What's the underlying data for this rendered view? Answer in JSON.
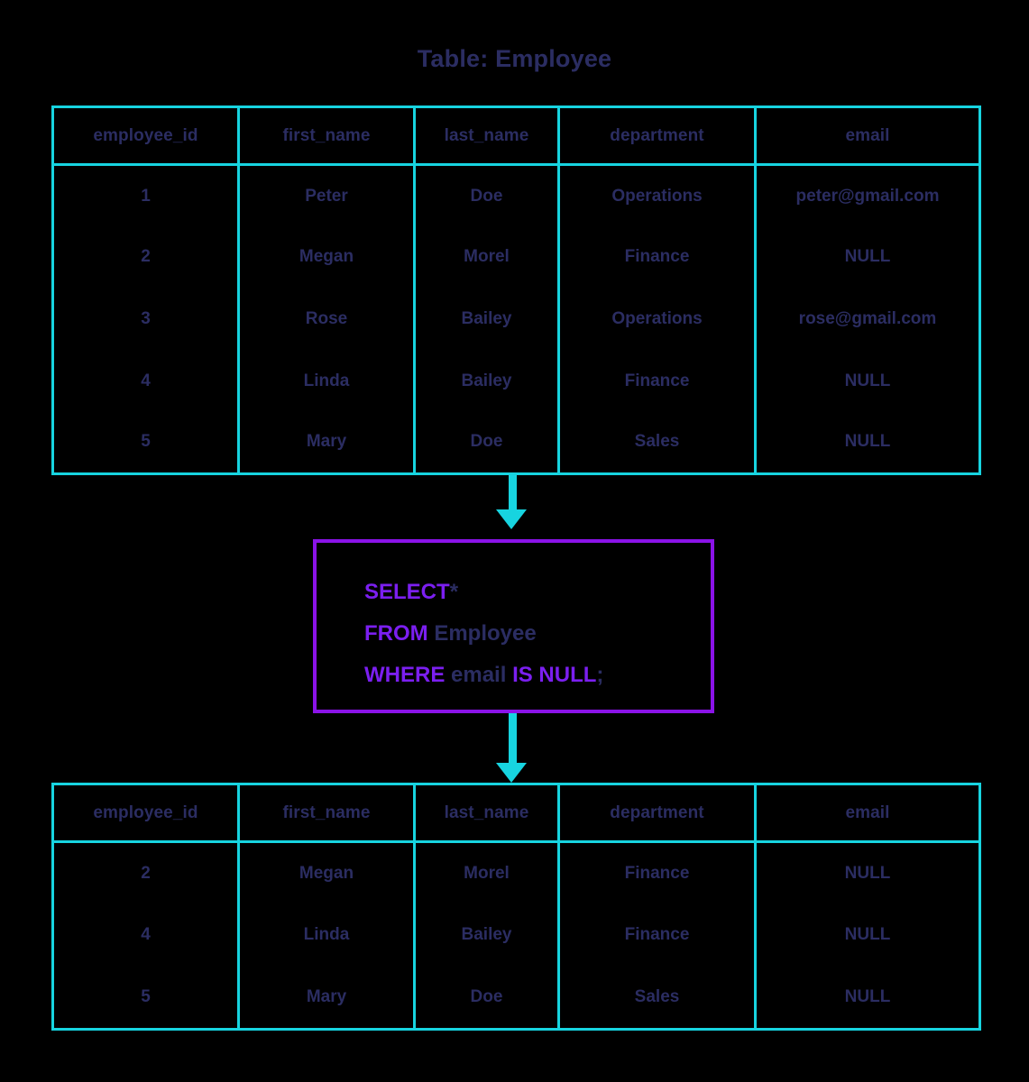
{
  "title": "Table: Employee",
  "colors": {
    "background": "#000000",
    "table_border": "#17d4e0",
    "text": "#2b2d62",
    "query_border": "#8b13e8",
    "keyword": "#7b1ff0",
    "arrow": "#17d4e0"
  },
  "source_table": {
    "name": "Employee",
    "columns": [
      "employee_id",
      "first_name",
      "last_name",
      "department",
      "email"
    ],
    "rows": [
      [
        "1",
        "Peter",
        "Doe",
        "Operations",
        "peter@gmail.com"
      ],
      [
        "2",
        "Megan",
        "Morel",
        "Finance",
        "NULL"
      ],
      [
        "3",
        "Rose",
        "Bailey",
        "Operations",
        "rose@gmail.com"
      ],
      [
        "4",
        "Linda",
        "Bailey",
        "Finance",
        "NULL"
      ],
      [
        "5",
        "Mary",
        "Doe",
        "Sales",
        "NULL"
      ]
    ]
  },
  "query": {
    "lines": [
      [
        {
          "text": "SELECT",
          "type": "keyword"
        },
        {
          "text": " ",
          "type": "plain"
        },
        {
          "text": "*",
          "type": "operand"
        }
      ],
      [
        {
          "text": "FROM",
          "type": "keyword"
        },
        {
          "text": " ",
          "type": "plain"
        },
        {
          "text": "Employee",
          "type": "operand"
        }
      ],
      [
        {
          "text": "WHERE",
          "type": "keyword"
        },
        {
          "text": " ",
          "type": "plain"
        },
        {
          "text": "email",
          "type": "operand"
        },
        {
          "text": " ",
          "type": "plain"
        },
        {
          "text": "IS NULL",
          "type": "keyword"
        },
        {
          "text": ";",
          "type": "operand"
        }
      ]
    ],
    "full_text": "SELECT * FROM Employee WHERE email IS NULL;"
  },
  "result_table": {
    "columns": [
      "employee_id",
      "first_name",
      "last_name",
      "department",
      "email"
    ],
    "rows": [
      [
        "2",
        "Megan",
        "Morel",
        "Finance",
        "NULL"
      ],
      [
        "4",
        "Linda",
        "Bailey",
        "Finance",
        "NULL"
      ],
      [
        "5",
        "Mary",
        "Doe",
        "Sales",
        "NULL"
      ]
    ]
  },
  "arrows": [
    {
      "name": "arrow-table-to-query",
      "direction": "down"
    },
    {
      "name": "arrow-query-to-result",
      "direction": "down"
    }
  ]
}
